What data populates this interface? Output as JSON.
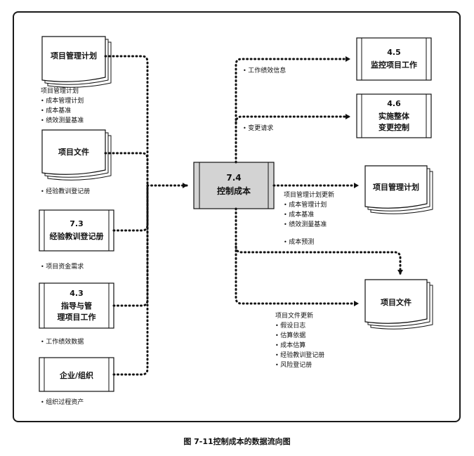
{
  "caption": "图 7-11控制成本的数据流向图",
  "center": {
    "number": "7.4",
    "name": "控制成本"
  },
  "inputs": [
    {
      "id": "plan",
      "title": "项目管理计划",
      "note_title": "项目管理计划",
      "note_items": [
        "成本管理计划",
        "成本基准",
        "绩效测量基准"
      ]
    },
    {
      "id": "docs",
      "title": "项目文件",
      "note_items": [
        "经验教训登记册"
      ]
    },
    {
      "id": "lessons",
      "number": "7.3",
      "title": "经验教训登记册",
      "note_items": [
        "项目资金需求"
      ]
    },
    {
      "id": "direct",
      "number": "4.3",
      "title_line1": "指导与管",
      "title_line2": "理项目工作",
      "note_items": [
        "工作绩效数据"
      ]
    },
    {
      "id": "org",
      "title": "企业/组织",
      "note_items": [
        "组织过程资产"
      ]
    }
  ],
  "outputs": [
    {
      "id": "monitor",
      "number": "4.5",
      "title": "监控项目工作",
      "note": "工作绩效信息"
    },
    {
      "id": "change",
      "number": "4.6",
      "title_line1": "实施整体",
      "title_line2": "变更控制",
      "note": "变更请求"
    },
    {
      "id": "out_plan",
      "title": "项目管理计划",
      "note_title": "项目管理计划更新",
      "note_items": [
        "成本管理计划",
        "成本基准",
        "绩效测量基准"
      ]
    },
    {
      "id": "out_docs",
      "title": "项目文件",
      "forecast_note": "成本预测",
      "note_title": "项目文件更新",
      "note_items": [
        "假设日志",
        "估算依据",
        "成本估算",
        "经验教训登记册",
        "风险登记册"
      ]
    }
  ],
  "colors": {
    "center_fill": "#d3d3d3",
    "stroke": "#1a1a1a"
  }
}
